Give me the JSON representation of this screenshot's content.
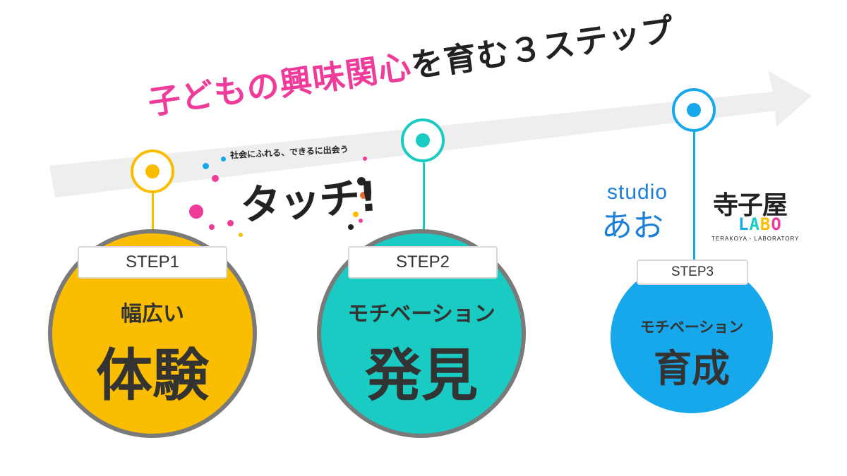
{
  "headline": {
    "pink_part": "子どもの興味関心",
    "dark_part": "を育む３ステップ"
  },
  "touch_logo": {
    "tagline": "社会にふれる、できるに出会う",
    "name": "タッチ!"
  },
  "studio_logo": {
    "top": "studio",
    "bottom": "あお"
  },
  "terakoya_logo": {
    "title": "寺子屋",
    "labo": "LABO",
    "subtitle": "TERAKOYA - LABORATORY"
  },
  "steps": [
    {
      "label": "STEP1",
      "subtitle": "幅広い",
      "main": "体験",
      "color": "#fbbd00"
    },
    {
      "label": "STEP2",
      "subtitle": "モチベーション",
      "main": "発見",
      "color": "#19cbc2"
    },
    {
      "label": "STEP3",
      "subtitle": "モチベーション",
      "main": "育成",
      "color": "#17a8ec"
    }
  ],
  "colors": {
    "pink": "#ef3b9a",
    "arrow": "#eeeeee",
    "text": "#333333"
  }
}
